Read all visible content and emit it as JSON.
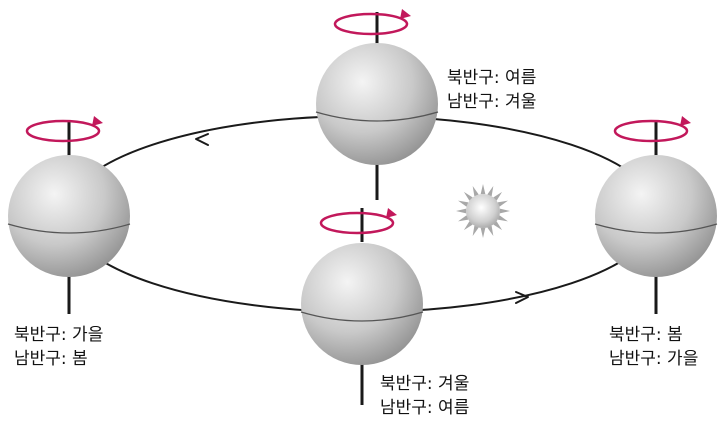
{
  "colors": {
    "orbit": "#1a1a1a",
    "axis": "#1a1a1a",
    "rotation_arrow": "#c2185b",
    "globe_light": "#f4f4f4",
    "globe_dark": "#8e8e8e",
    "sun_light": "#ffffff",
    "sun_dark": "#9a9a9a"
  },
  "icons": {
    "sun": "sun-icon",
    "rotation": "rotation-arrow-icon",
    "orbit_direction": "arrowhead-icon"
  },
  "positions": [
    {
      "id": "top",
      "labels": [
        "북반구: 여름",
        "남반구: 겨울"
      ]
    },
    {
      "id": "left",
      "labels": [
        "북반구: 가을",
        "남반구: 봄"
      ]
    },
    {
      "id": "bottom",
      "labels": [
        "북반구: 겨울",
        "남반구: 여름"
      ]
    },
    {
      "id": "right",
      "labels": [
        "북반구: 봄",
        "남반구: 가을"
      ]
    }
  ]
}
